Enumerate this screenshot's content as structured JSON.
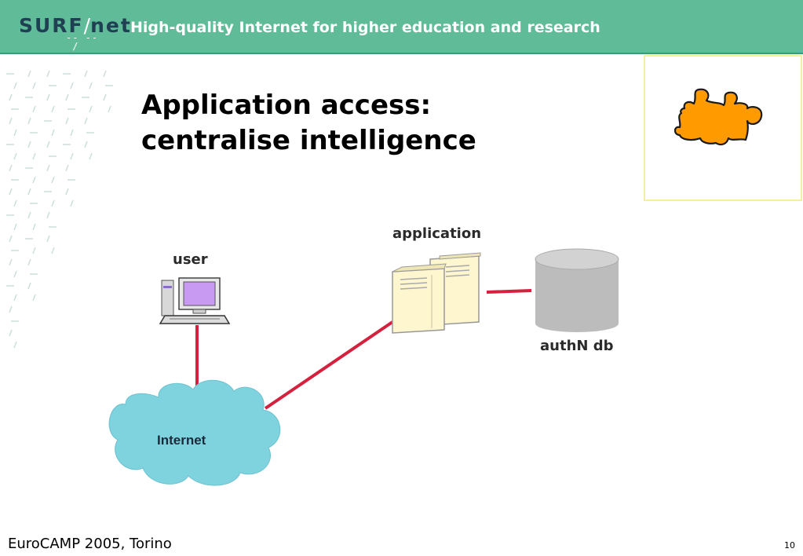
{
  "header": {
    "logo_left": "SURF",
    "logo_slash": "/",
    "logo_right": "net",
    "tagline": "High-quality Internet for higher education and research",
    "background": "#5fbb98"
  },
  "slide": {
    "title_line1": "Application access:",
    "title_line2": "centralise intelligence"
  },
  "diagram": {
    "user_label": "user",
    "application_label": "application",
    "db_label": "authN db",
    "internet_label": "Internet",
    "link_color": "#d4213d",
    "cloud_color": "#7fd3df",
    "server_color": "#fdf6cf",
    "db_color": "#bcbcbc",
    "monitor_color": "#c89af2",
    "puzzle_color": "#ff9a00"
  },
  "footer": {
    "event": "EuroCAMP 2005, Torino",
    "page_number": "10"
  }
}
